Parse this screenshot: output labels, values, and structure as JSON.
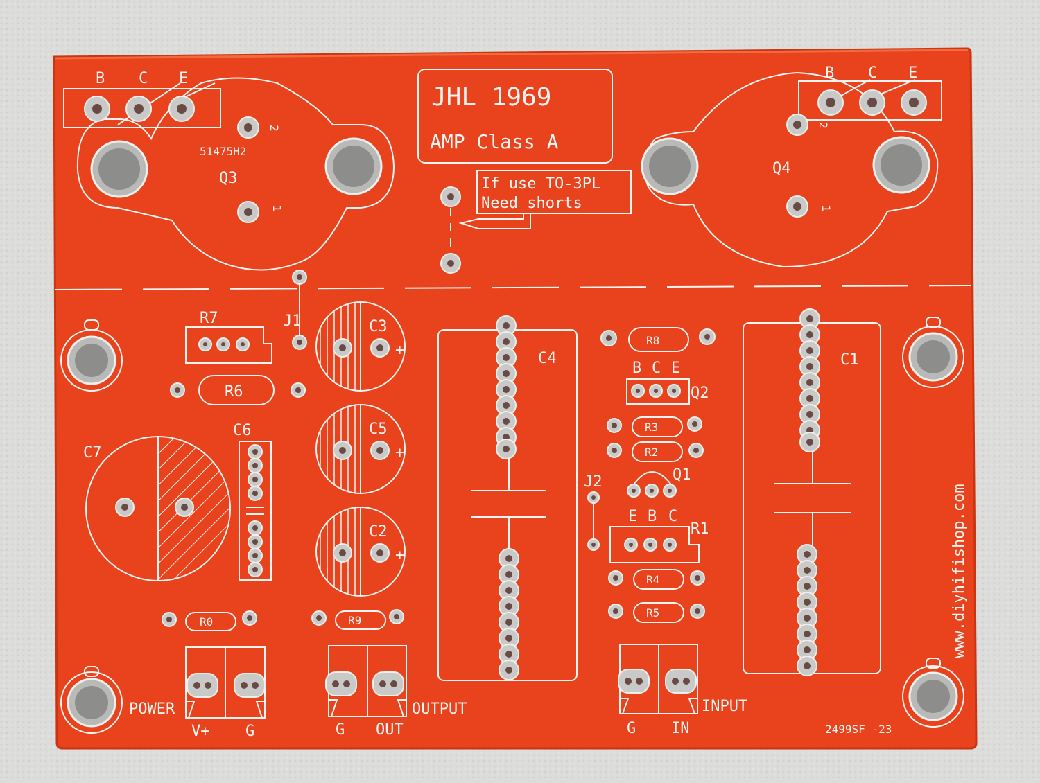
{
  "colors": {
    "board": "#e8431c",
    "board_edge": "#c93512",
    "silkscreen": "#f4f4f2",
    "pad": "#c9c9c7",
    "background": "#dcdcda"
  },
  "title": {
    "line1": "JHL 1969",
    "line2": "AMP Class A"
  },
  "note": {
    "line1": "If use TO-3PL",
    "line2": "Need shorts"
  },
  "transistors": {
    "q3": {
      "label": "Q3",
      "part_code": "51475H2",
      "pins": [
        "B",
        "C",
        "E"
      ],
      "pin1": "1",
      "pin2": "2"
    },
    "q4": {
      "label": "Q4",
      "pins": [
        "B",
        "C",
        "E"
      ],
      "pin1": "1",
      "pin2": "2"
    }
  },
  "components": {
    "r7": "R7",
    "j1": "J1",
    "r6": "R6",
    "c3": "C3",
    "c5": "C5",
    "c2": "C2",
    "c4": "C4",
    "c1": "C1",
    "c6": "C6",
    "c7": "C7",
    "r8": "R8",
    "q2": "Q2",
    "q2_pins": [
      "B",
      "C",
      "E"
    ],
    "r3": "R3",
    "r2": "R2",
    "q1": "Q1",
    "j2": "J2",
    "q1_pins": [
      "E",
      "B",
      "C"
    ],
    "r1": "R1",
    "r4": "R4",
    "r5": "R5",
    "r0": "R0",
    "r9": "R9",
    "plus": "+"
  },
  "connectors": {
    "power": {
      "label": "POWER",
      "pin_a": "V+",
      "pin_b": "G"
    },
    "output": {
      "label": "OUTPUT",
      "pin_a": "G",
      "pin_b": "OUT"
    },
    "input": {
      "label": "INPUT",
      "pin_a": "G",
      "pin_b": "IN"
    }
  },
  "website": "www.diyhifishop.com",
  "board_code": "2499SF -23"
}
